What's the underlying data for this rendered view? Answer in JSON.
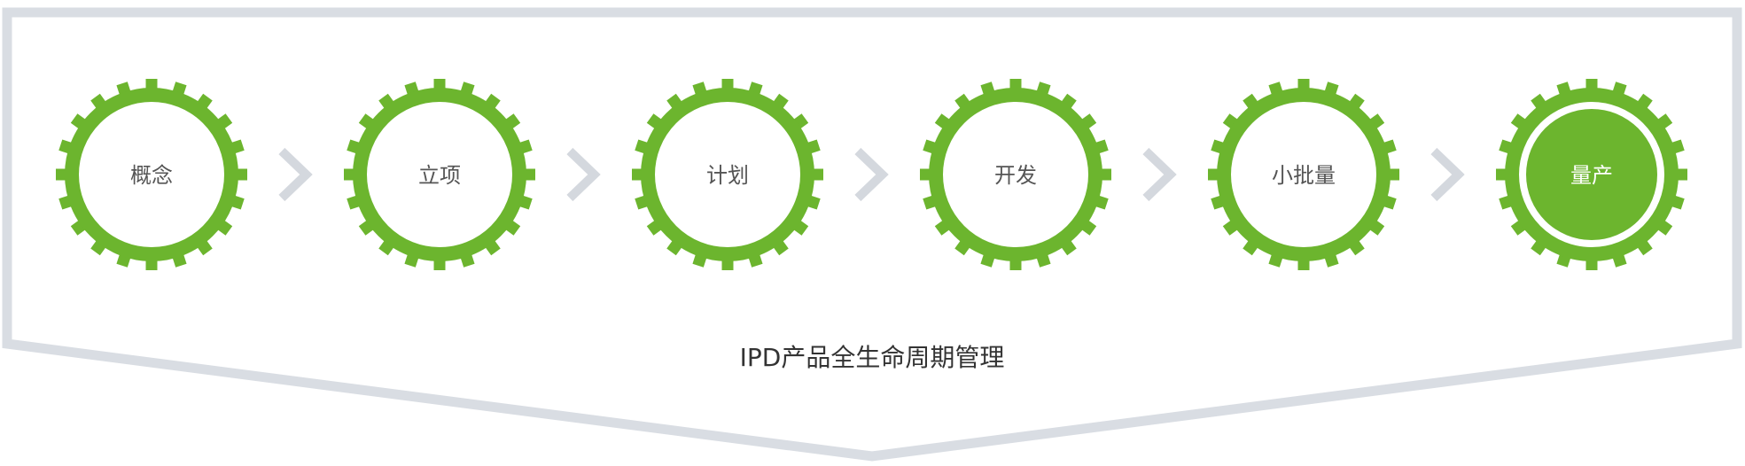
{
  "title": "IPD产品全生命周期管理",
  "stages": [
    {
      "label": "概念",
      "active": false
    },
    {
      "label": "立项",
      "active": false
    },
    {
      "label": "计划",
      "active": false
    },
    {
      "label": "开发",
      "active": false
    },
    {
      "label": "小批量",
      "active": false
    },
    {
      "label": "量产",
      "active": true
    }
  ],
  "colors": {
    "gear": "#6cb52e",
    "frame": "#d9dde3",
    "chevron": "#d4d8de",
    "label": "#555555",
    "active_label": "#ffffff",
    "title": "#333333"
  },
  "icons": {
    "stage": "gear-icon",
    "separator": "chevron-right-icon"
  }
}
